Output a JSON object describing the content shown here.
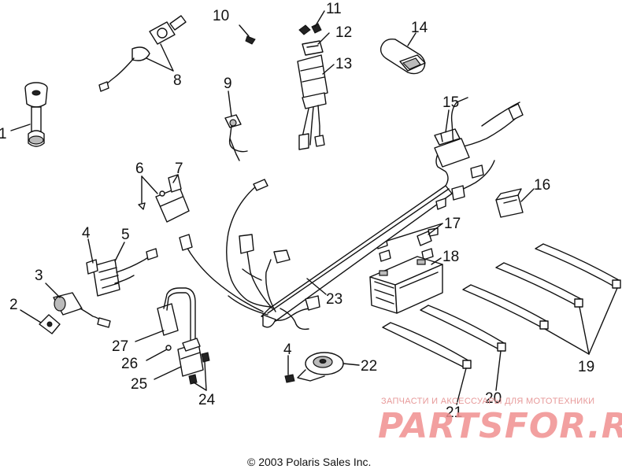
{
  "diagram": {
    "callouts": [
      {
        "id": "1",
        "label": "1"
      },
      {
        "id": "2",
        "label": "2"
      },
      {
        "id": "3",
        "label": "3"
      },
      {
        "id": "4a",
        "label": "4"
      },
      {
        "id": "4b",
        "label": "4"
      },
      {
        "id": "5",
        "label": "5"
      },
      {
        "id": "6",
        "label": "6"
      },
      {
        "id": "7",
        "label": "7"
      },
      {
        "id": "8",
        "label": "8"
      },
      {
        "id": "9",
        "label": "9"
      },
      {
        "id": "10",
        "label": "10"
      },
      {
        "id": "11",
        "label": "11"
      },
      {
        "id": "12",
        "label": "12"
      },
      {
        "id": "13",
        "label": "13"
      },
      {
        "id": "14",
        "label": "14"
      },
      {
        "id": "15",
        "label": "15"
      },
      {
        "id": "16",
        "label": "16"
      },
      {
        "id": "17",
        "label": "17"
      },
      {
        "id": "18",
        "label": "18"
      },
      {
        "id": "19",
        "label": "19"
      },
      {
        "id": "20",
        "label": "20"
      },
      {
        "id": "21",
        "label": "21"
      },
      {
        "id": "22",
        "label": "22"
      },
      {
        "id": "23",
        "label": "23"
      },
      {
        "id": "24",
        "label": "24"
      },
      {
        "id": "25",
        "label": "25"
      },
      {
        "id": "26",
        "label": "26"
      },
      {
        "id": "27",
        "label": "27"
      }
    ],
    "copyright": "© 2003 Polaris Sales Inc."
  },
  "watermark": {
    "tagline": "ЗАПЧАСТИ И АКСЕССУАРЫ ДЛЯ МОТОТЕХНИКИ",
    "brand": "PARTSFOR.RU",
    "color": "#f09090"
  }
}
